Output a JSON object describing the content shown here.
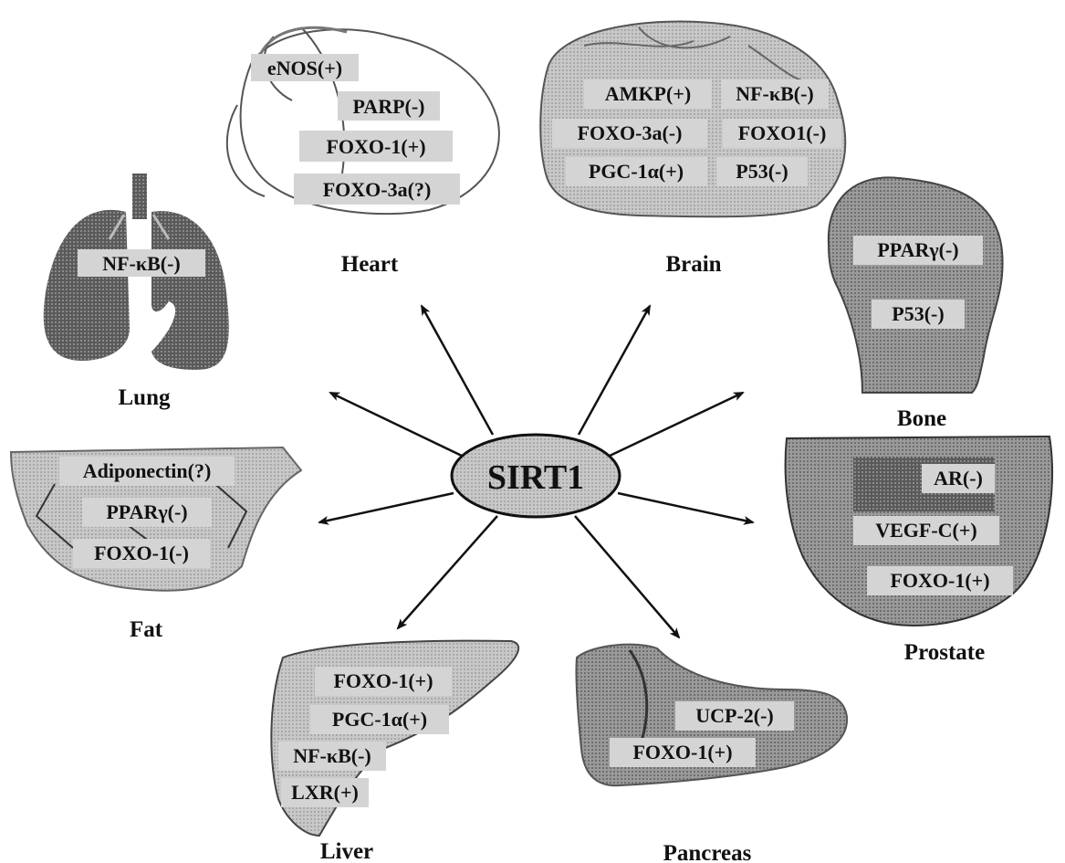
{
  "center": {
    "label": "SIRT1",
    "color": "#c8c8c8"
  },
  "organs": [
    {
      "key": "heart",
      "name": "Heart",
      "markers": [
        "eNOS(+)",
        "PARP(-)",
        "FOXO-1(+)",
        "FOXO-3a(?)"
      ]
    },
    {
      "key": "brain",
      "name": "Brain",
      "markers": [
        "AMKP(+)",
        "NF-κB(-)",
        "FOXO-3a(-)",
        "FOXO1(-)",
        "PGC-1α(+)",
        "P53(-)"
      ]
    },
    {
      "key": "lung",
      "name": "Lung",
      "markers": [
        "NF-κB(-)"
      ]
    },
    {
      "key": "bone",
      "name": "Bone",
      "markers": [
        "PPARγ(-)",
        "P53(-)"
      ]
    },
    {
      "key": "fat",
      "name": "Fat",
      "markers": [
        "Adiponectin(?)",
        "PPARγ(-)",
        "FOXO-1(-)"
      ]
    },
    {
      "key": "prostate",
      "name": "Prostate",
      "markers": [
        "AR(-)",
        "VEGF-C(+)",
        "FOXO-1(+)"
      ]
    },
    {
      "key": "liver",
      "name": "Liver",
      "markers": [
        "FOXO-1(+)",
        "PGC-1α(+)",
        "NF-κB(-)",
        "LXR(+)"
      ]
    },
    {
      "key": "pancreas",
      "name": "Pancreas",
      "markers": [
        "UCP-2(-)",
        "FOXO-1(+)"
      ]
    }
  ],
  "colors": {
    "organ_fill": "#6a6a6a",
    "organ_light": "#b8b8b8",
    "marker_bg": "#d4d4d4",
    "arrow": "#111111"
  }
}
